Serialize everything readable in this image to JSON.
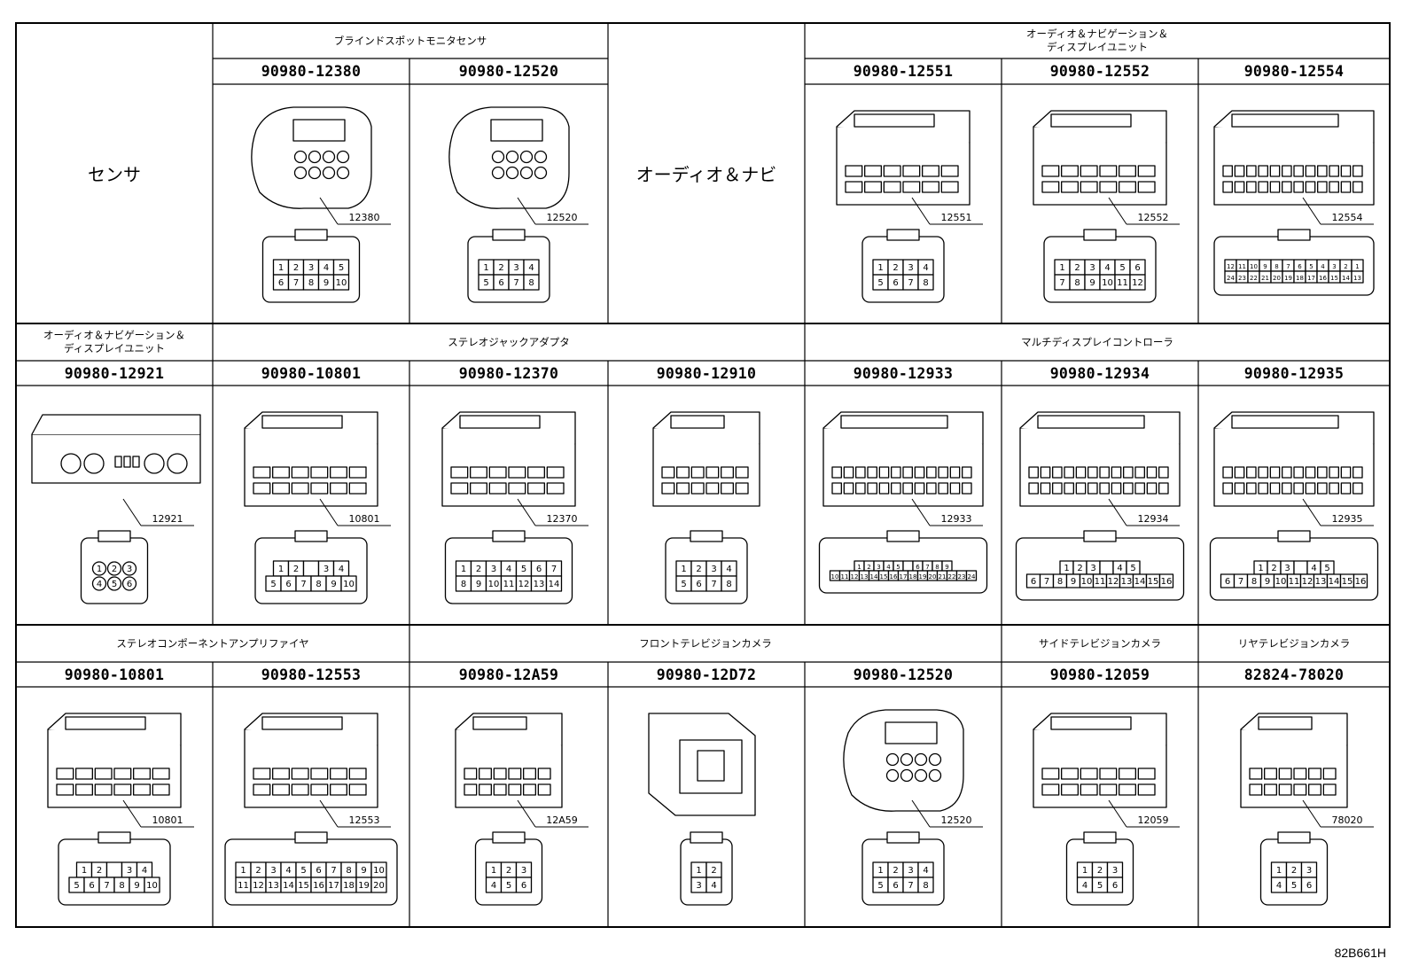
{
  "title_cells": {
    "sensor": "センサ",
    "audio_navi": "オーディオ＆ナビ"
  },
  "headers": {
    "blind_spot": "ブラインドスポットモニタセンサ",
    "audio_display_a": "オーディオ＆ナビゲーション＆\nディスプレイユニット",
    "audio_display_b": "オーディオ＆ナビゲーション＆\nディスプレイユニット",
    "stereo_jack": "ステレオジャックアダプタ",
    "multi_display": "マルチディスプレイコントローラ",
    "stereo_amp": "ステレオコンポーネントアンプリファイヤ",
    "front_camera": "フロントテレビジョンカメラ",
    "side_camera": "サイドテレビジョンカメラ",
    "rear_camera": "リヤテレビジョンカメラ"
  },
  "connectors": [
    {
      "part": "90980-12380",
      "callout": "12380",
      "pins": "1-10"
    },
    {
      "part": "90980-12520",
      "callout": "12520",
      "pins": "1-8"
    },
    {
      "part": "90980-12551",
      "callout": "12551",
      "pins": [
        [
          "1",
          "2",
          "3",
          "4"
        ],
        [
          "5",
          "6",
          "7",
          "8"
        ]
      ]
    },
    {
      "part": "90980-12552",
      "callout": "12552",
      "pins": [
        [
          "1",
          "2",
          "3",
          "4",
          "5",
          "6"
        ],
        [
          "7",
          "8",
          "9",
          "10",
          "11",
          "12"
        ]
      ]
    },
    {
      "part": "90980-12554",
      "callout": "12554",
      "pins": [
        [
          "12",
          "11",
          "10",
          "9",
          "8",
          "7",
          "6",
          "5",
          "4",
          "3",
          "2",
          "1"
        ],
        [
          "24",
          "23",
          "22",
          "21",
          "20",
          "19",
          "18",
          "17",
          "16",
          "15",
          "14",
          "13"
        ]
      ]
    },
    {
      "part": "90980-12921",
      "callout": "12921",
      "pins": [
        "1",
        "2",
        "3",
        "4",
        "5",
        "6"
      ]
    },
    {
      "part": "90980-10801",
      "callout": "10801",
      "pins": [
        [
          "1",
          "2",
          "",
          "3",
          "4"
        ],
        [
          "5",
          "6",
          "7",
          "8",
          "9",
          "10"
        ]
      ]
    },
    {
      "part": "90980-12370",
      "callout": "12370",
      "pins": [
        [
          "1",
          "2",
          "3",
          "4",
          "5",
          "6",
          "7"
        ],
        [
          "8",
          "9",
          "10",
          "11",
          "12",
          "13",
          "14"
        ]
      ]
    },
    {
      "part": "90980-12910",
      "callout": "",
      "pins": [
        [
          "1",
          "2",
          "3",
          "4"
        ],
        [
          "5",
          "6",
          "7",
          "8"
        ]
      ]
    },
    {
      "part": "90980-12933",
      "callout": "12933",
      "pins": [
        [
          "1",
          "2",
          "3",
          "4",
          "5",
          "",
          "6",
          "7",
          "8",
          "9"
        ],
        [
          "10",
          "11",
          "12",
          "13",
          "14",
          "15",
          "16",
          "17",
          "18",
          "19",
          "20",
          "21",
          "22",
          "23",
          "24"
        ]
      ]
    },
    {
      "part": "90980-12934",
      "callout": "12934",
      "pins": [
        [
          "1",
          "2",
          "3",
          "",
          "4",
          "5"
        ],
        [
          "6",
          "7",
          "8",
          "9",
          "10",
          "11",
          "12",
          "13",
          "14",
          "15",
          "16"
        ]
      ]
    },
    {
      "part": "90980-12935",
      "callout": "12935",
      "pins": [
        [
          "1",
          "2",
          "3",
          "",
          "4",
          "5"
        ],
        [
          "6",
          "7",
          "8",
          "9",
          "10",
          "11",
          "12",
          "13",
          "14",
          "15",
          "16"
        ]
      ]
    },
    {
      "part": "90980-10801",
      "callout": "10801",
      "pins": [
        [
          "1",
          "2",
          "",
          "3",
          "4"
        ],
        [
          "5",
          "6",
          "7",
          "8",
          "9",
          "10"
        ]
      ]
    },
    {
      "part": "90980-12553",
      "callout": "12553",
      "pins": "1-20"
    },
    {
      "part": "90980-12A59",
      "callout": "12A59",
      "pins": [
        [
          "1",
          "2",
          "3"
        ],
        [
          "4",
          "5",
          "6"
        ]
      ]
    },
    {
      "part": "90980-12D72",
      "callout": "",
      "pins": "1-4"
    },
    {
      "part": "90980-12520",
      "callout": "12520",
      "pins": "1-8"
    },
    {
      "part": "90980-12059",
      "callout": "12059",
      "pins": "1-6"
    },
    {
      "part": "82824-78020",
      "callout": "78020",
      "pins": [
        [
          "1",
          "2",
          "3"
        ],
        [
          "4",
          "5",
          "6"
        ]
      ]
    }
  ],
  "figure_ref": "82B661H"
}
